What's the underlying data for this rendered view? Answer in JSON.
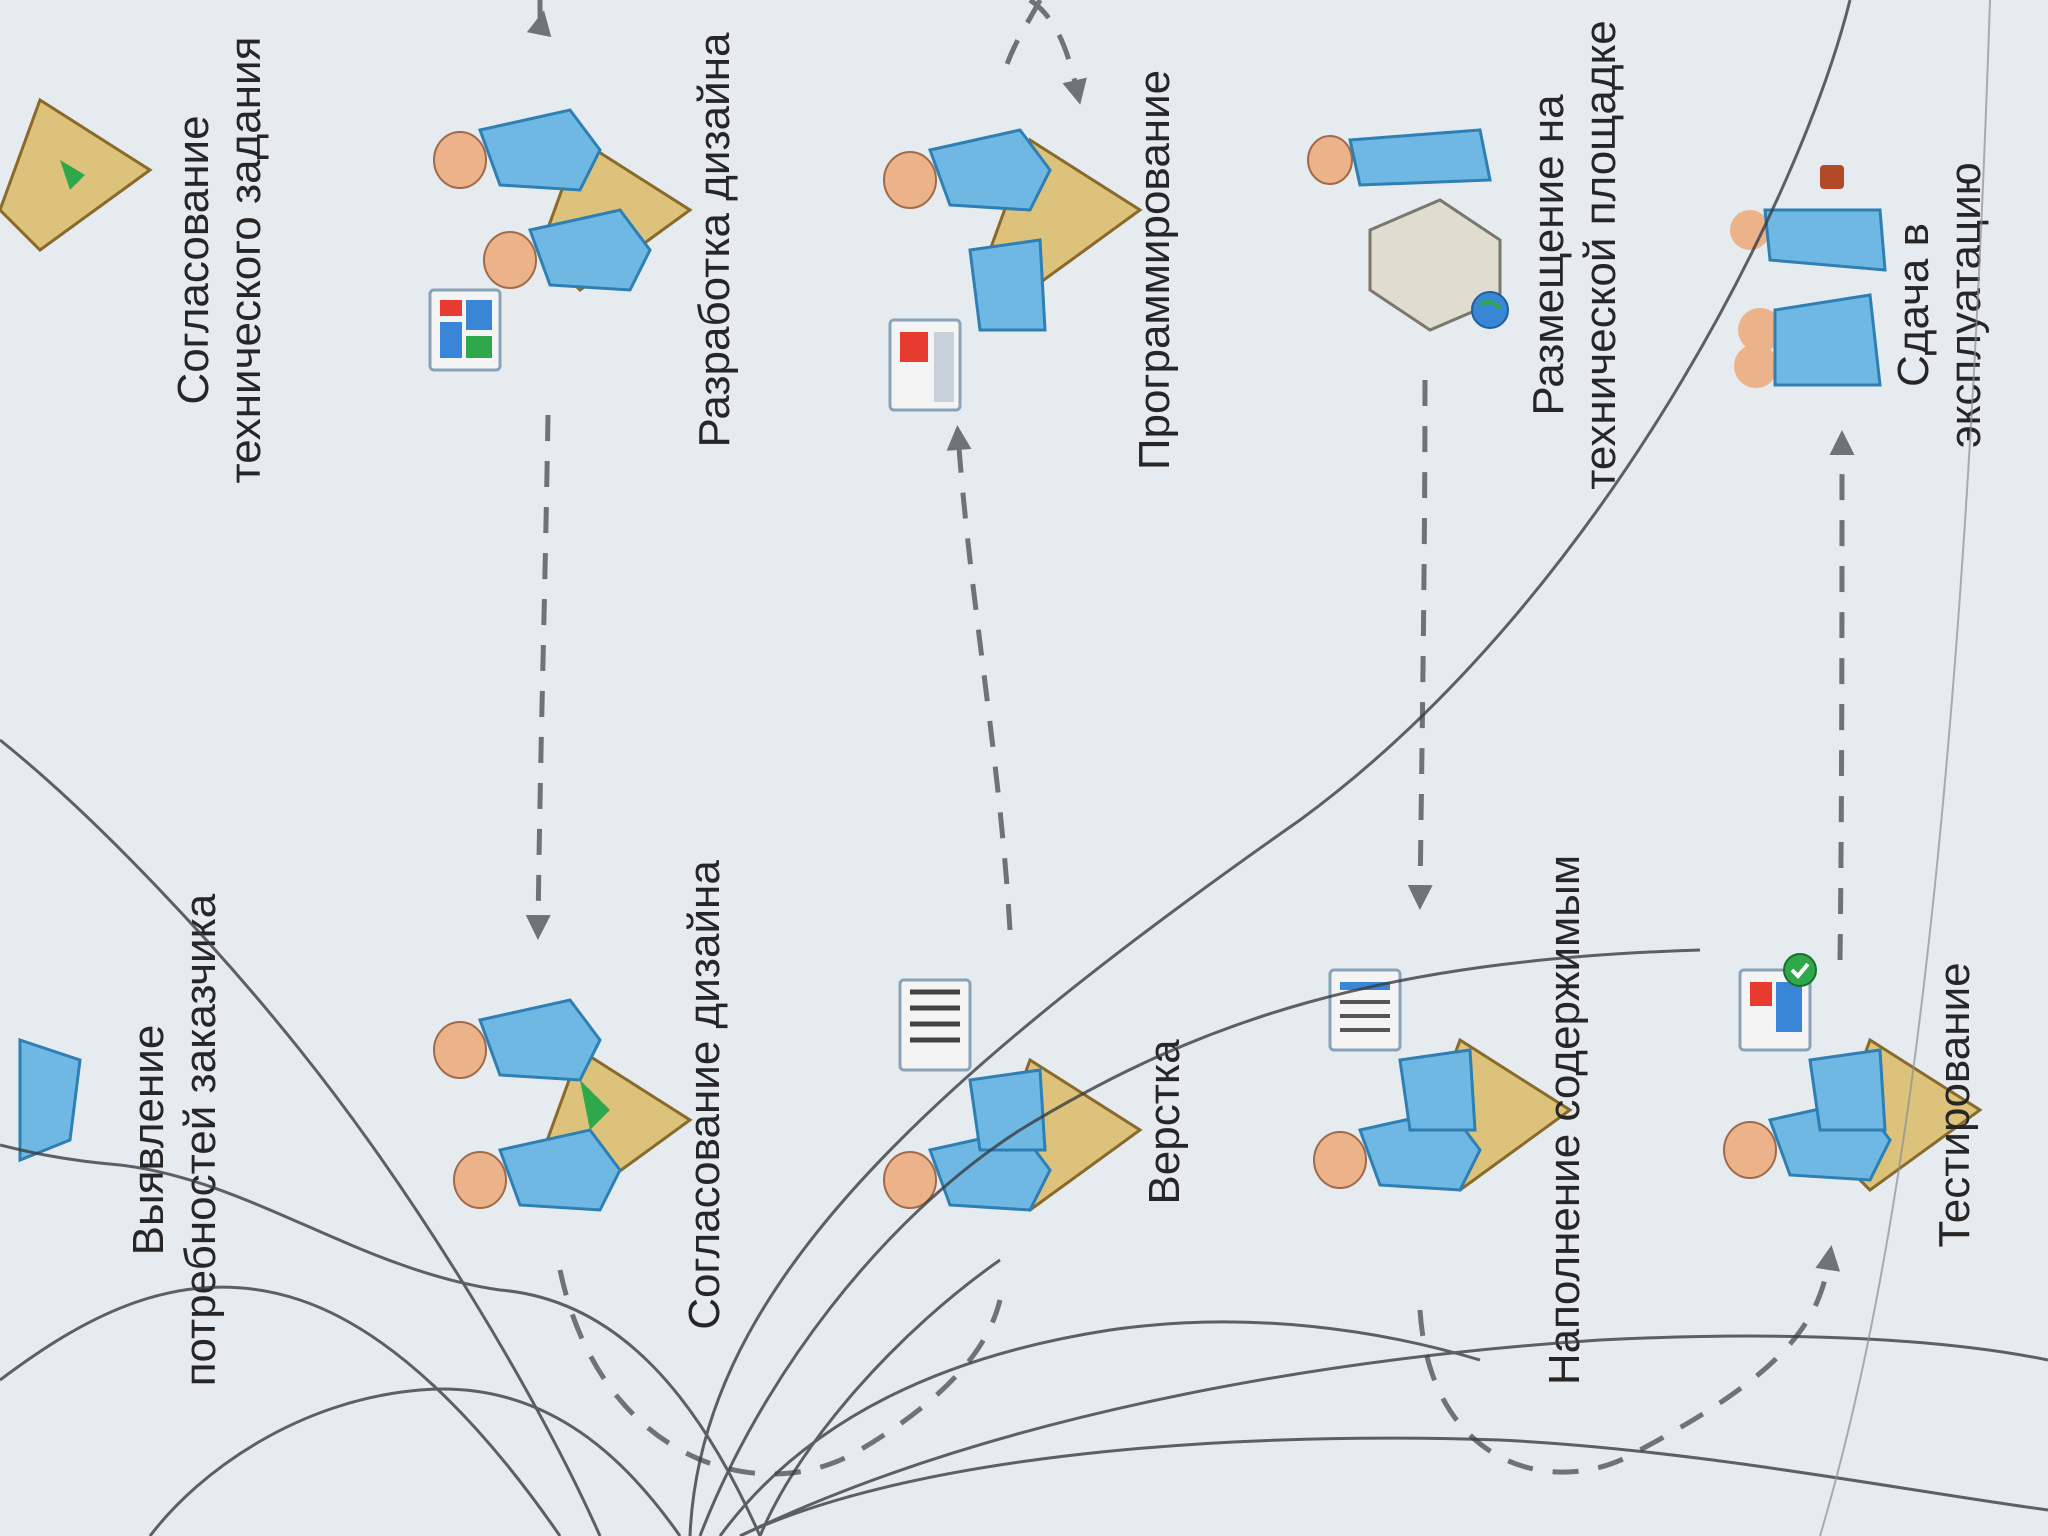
{
  "colors": {
    "background": "#e6ebef",
    "arrow": "#6e7378",
    "figure": "#6fb8e3",
    "desk": "#dcc27a",
    "head": "#ecb38b",
    "crack": "#3a3d42"
  },
  "steps": [
    {
      "id": "needs",
      "lines": [
        "Выявление",
        "потребностей заказчика"
      ],
      "icon": "people-at-desk-icon"
    },
    {
      "id": "tz",
      "lines": [
        "Согласование",
        "технического задания"
      ],
      "icon": "document-desk-icon"
    },
    {
      "id": "design_dev",
      "lines": [
        "Разработка дизайна"
      ],
      "icon": "designer-at-desk-icon"
    },
    {
      "id": "design_approve",
      "lines": [
        "Согласование дизайна"
      ],
      "icon": "meeting-desk-icon"
    },
    {
      "id": "markup",
      "lines": [
        "Верстка"
      ],
      "icon": "coder-at-desk-icon"
    },
    {
      "id": "programming",
      "lines": [
        "Программирование"
      ],
      "icon": "programmer-at-desk-icon"
    },
    {
      "id": "content",
      "lines": [
        "Наполнение содержимым"
      ],
      "icon": "editor-at-desk-icon"
    },
    {
      "id": "hosting",
      "lines": [
        "Размещение на",
        "технической площадке"
      ],
      "icon": "server-icon"
    },
    {
      "id": "testing",
      "lines": [
        "Тестирование"
      ],
      "icon": "tester-at-desk-icon"
    },
    {
      "id": "delivery",
      "lines": [
        "Сдача в",
        "эксплуатацию"
      ],
      "icon": "team-handover-icon"
    }
  ]
}
